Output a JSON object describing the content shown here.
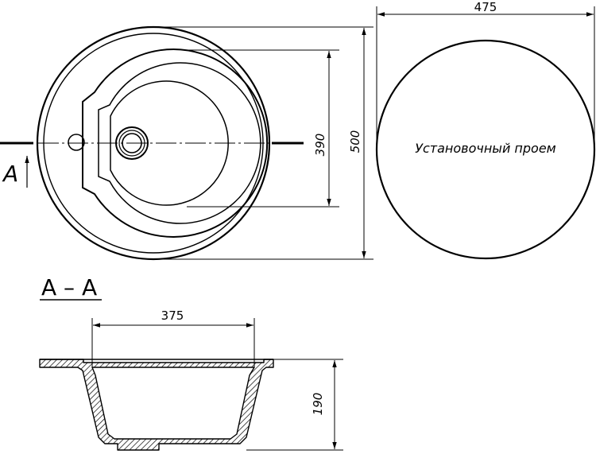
{
  "dimensions": {
    "outer_diameter": "500",
    "bowl_diameter": "390",
    "cutout_diameter": "475",
    "bowl_top_width": "375",
    "bowl_depth": "190"
  },
  "labels": {
    "cutout": "Установочный проем",
    "section_mark": "A",
    "section_title": "A – A"
  }
}
